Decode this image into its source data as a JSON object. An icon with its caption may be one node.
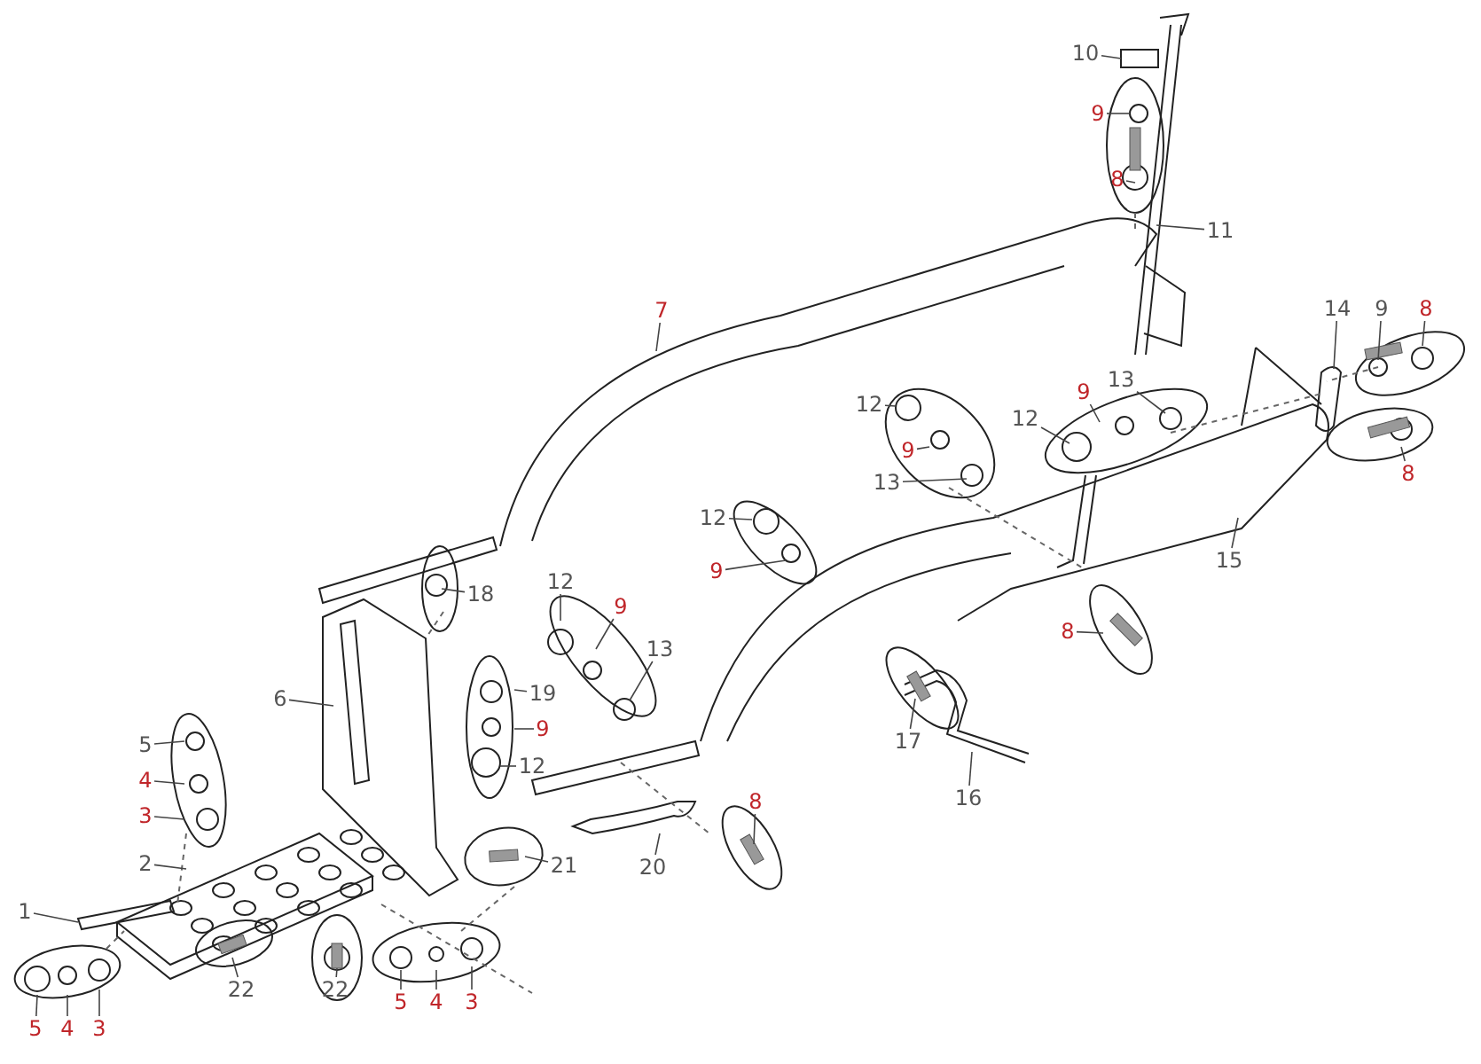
{
  "diagram": {
    "nodes": [
      {
        "text": [
          "10"
        ]
      },
      {
        "text": [
          "9"
        ]
      },
      {
        "text": [
          "8"
        ]
      },
      {
        "text": [
          "11"
        ]
      },
      {
        "text": [
          "7"
        ]
      },
      {
        "text": [
          "14"
        ]
      },
      {
        "text": [
          "9"
        ]
      },
      {
        "text": [
          "8"
        ]
      },
      {
        "text": [
          "13"
        ]
      },
      {
        "text": [
          "9"
        ]
      },
      {
        "text": [
          "12"
        ]
      },
      {
        "text": [
          "12"
        ]
      },
      {
        "text": [
          "9"
        ]
      },
      {
        "text": [
          "13"
        ]
      },
      {
        "text": [
          "8"
        ]
      },
      {
        "text": [
          "15"
        ]
      },
      {
        "text": [
          "12"
        ]
      },
      {
        "text": [
          "9"
        ]
      },
      {
        "text": [
          "18"
        ]
      },
      {
        "text": [
          "12"
        ]
      },
      {
        "text": [
          "9"
        ]
      },
      {
        "text": [
          "13"
        ]
      },
      {
        "text": [
          "8"
        ]
      },
      {
        "text": [
          "6"
        ]
      },
      {
        "text": [
          "19"
        ]
      },
      {
        "text": [
          "9"
        ]
      },
      {
        "text": [
          "12"
        ]
      },
      {
        "text": [
          "17"
        ]
      },
      {
        "text": [
          "16"
        ]
      },
      {
        "text": [
          "5"
        ]
      },
      {
        "text": [
          "4"
        ]
      },
      {
        "text": [
          "3"
        ]
      },
      {
        "text": [
          "8"
        ]
      },
      {
        "text": [
          "2"
        ]
      },
      {
        "text": [
          "21"
        ]
      },
      {
        "text": [
          "20"
        ]
      },
      {
        "text": [
          "1"
        ]
      },
      {
        "text": [
          "22"
        ]
      },
      {
        "text": [
          "22"
        ]
      },
      {
        "text": [
          "5"
        ]
      },
      {
        "text": [
          "4"
        ]
      },
      {
        "text": [
          "3"
        ]
      },
      {
        "text": [
          "5"
        ]
      },
      {
        "text": [
          "4"
        ]
      },
      {
        "text": [
          "3"
        ]
      }
    ],
    "edges": [
      {
        "from": 0,
        "to": null,
        "arrow": "none"
      },
      {
        "from": 1,
        "to": null,
        "arrow": "none"
      },
      {
        "from": 2,
        "to": null,
        "arrow": "none"
      },
      {
        "from": 3,
        "to": null,
        "arrow": "none"
      },
      {
        "from": 4,
        "to": null,
        "arrow": "none"
      },
      {
        "from": 5,
        "to": null,
        "arrow": "none"
      },
      {
        "from": 6,
        "to": null,
        "arrow": "none"
      },
      {
        "from": 7,
        "to": null,
        "arrow": "none"
      },
      {
        "from": 8,
        "to": null,
        "arrow": "none"
      },
      {
        "from": 9,
        "to": null,
        "arrow": "none"
      },
      {
        "from": 10,
        "to": null,
        "arrow": "none"
      },
      {
        "from": 11,
        "to": null,
        "arrow": "none"
      },
      {
        "from": 12,
        "to": null,
        "arrow": "none"
      },
      {
        "from": 13,
        "to": null,
        "arrow": "none"
      },
      {
        "from": 14,
        "to": null,
        "arrow": "none"
      },
      {
        "from": 15,
        "to": null,
        "arrow": "none"
      },
      {
        "from": 16,
        "to": null,
        "arrow": "none"
      },
      {
        "from": 17,
        "to": null,
        "arrow": "none"
      },
      {
        "from": 18,
        "to": null,
        "arrow": "none"
      },
      {
        "from": 19,
        "to": null,
        "arrow": "none"
      },
      {
        "from": 20,
        "to": null,
        "arrow": "none"
      },
      {
        "from": 21,
        "to": null,
        "arrow": "none"
      },
      {
        "from": 22,
        "to": null,
        "arrow": "none"
      },
      {
        "from": 23,
        "to": null,
        "arrow": "none"
      },
      {
        "from": 24,
        "to": null,
        "arrow": "none"
      },
      {
        "from": 25,
        "to": null,
        "arrow": "none"
      },
      {
        "from": 26,
        "to": null,
        "arrow": "none"
      },
      {
        "from": 27,
        "to": null,
        "arrow": "none"
      },
      {
        "from": 28,
        "to": null,
        "arrow": "none"
      },
      {
        "from": 29,
        "to": null,
        "arrow": "none"
      },
      {
        "from": 30,
        "to": null,
        "arrow": "none"
      },
      {
        "from": 31,
        "to": null,
        "arrow": "none"
      },
      {
        "from": 32,
        "to": null,
        "arrow": "none"
      },
      {
        "from": 33,
        "to": null,
        "arrow": "none"
      },
      {
        "from": 34,
        "to": null,
        "arrow": "none"
      },
      {
        "from": 35,
        "to": null,
        "arrow": "none"
      },
      {
        "from": 36,
        "to": null,
        "arrow": "none"
      },
      {
        "from": 37,
        "to": null,
        "arrow": "none"
      },
      {
        "from": 38,
        "to": null,
        "arrow": "none"
      },
      {
        "from": 39,
        "to": null,
        "arrow": "none"
      },
      {
        "from": 40,
        "to": null,
        "arrow": "none"
      },
      {
        "from": 41,
        "to": null,
        "arrow": "none"
      },
      {
        "from": 42,
        "to": null,
        "arrow": "none"
      },
      {
        "from": 43,
        "to": null,
        "arrow": "none"
      },
      {
        "from": 44,
        "to": null,
        "arrow": "none"
      }
    ]
  }
}
